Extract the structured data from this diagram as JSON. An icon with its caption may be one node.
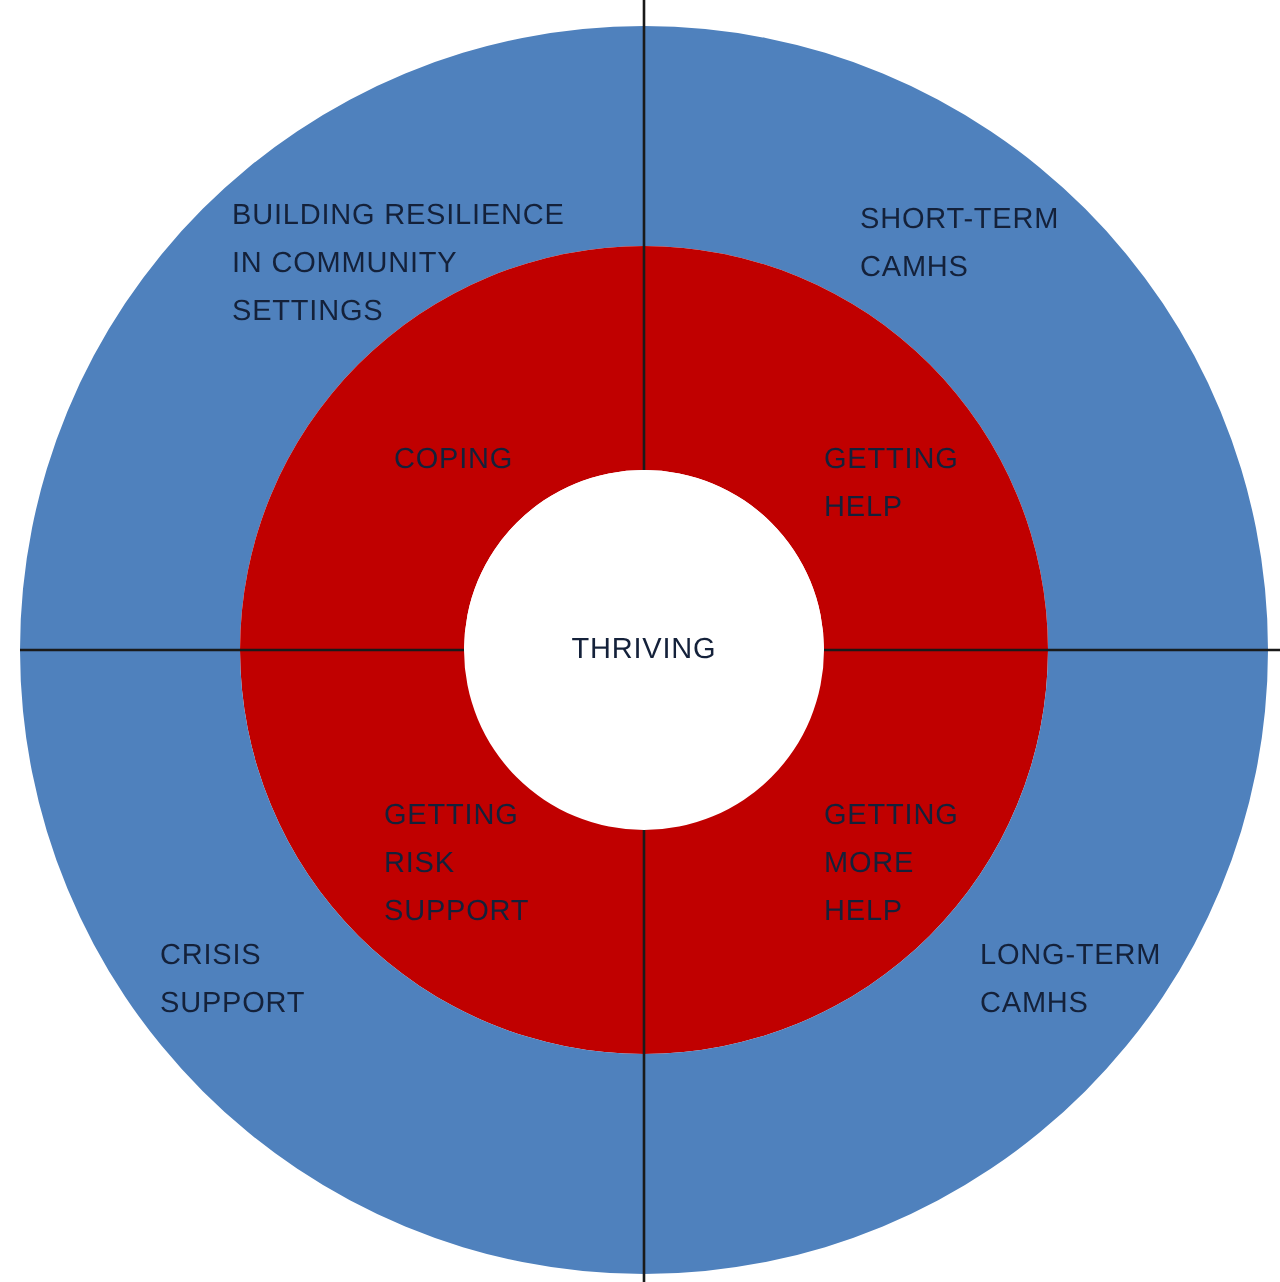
{
  "diagram": {
    "nodes": [
      {
        "text": [
          "BUILDING RESILIENCE IN COMMUNITY SETTINGS"
        ]
      },
      {
        "text": [
          "SHORT-TERM CAMHS"
        ]
      },
      {
        "text": [
          "COPING"
        ]
      },
      {
        "text": [
          "GETTING HELP"
        ]
      },
      {
        "text": [
          "THRIVING"
        ]
      },
      {
        "text": [
          "GETTING RISK SUPPORT"
        ]
      },
      {
        "text": [
          "GETTING MORE HELP"
        ]
      },
      {
        "text": [
          "CRISIS SUPPORT"
        ]
      },
      {
        "text": [
          "LONG-TERM CAMHS"
        ]
      }
    ]
  }
}
